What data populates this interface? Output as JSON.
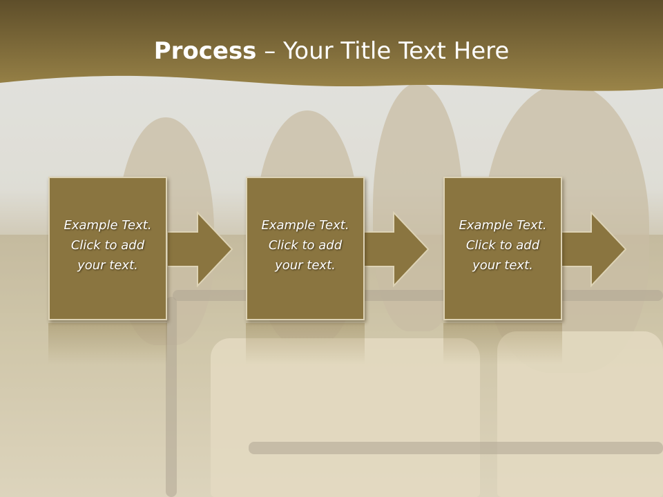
{
  "slide": {
    "title_bold": "Process",
    "title_rest": " – Your Title Text Here"
  },
  "steps": [
    {
      "line1": "Example Text.",
      "line2": "Click  to add",
      "line3": "your text."
    },
    {
      "line1": "Example Text.",
      "line2": "Click  to add",
      "line3": "your text."
    },
    {
      "line1": "Example Text.",
      "line2": "Click  to add",
      "line3": "your text."
    }
  ],
  "colors": {
    "accent": "#8a7540",
    "title_band_dark": "#5e4e2a",
    "title_band_light": "#9a8448"
  }
}
